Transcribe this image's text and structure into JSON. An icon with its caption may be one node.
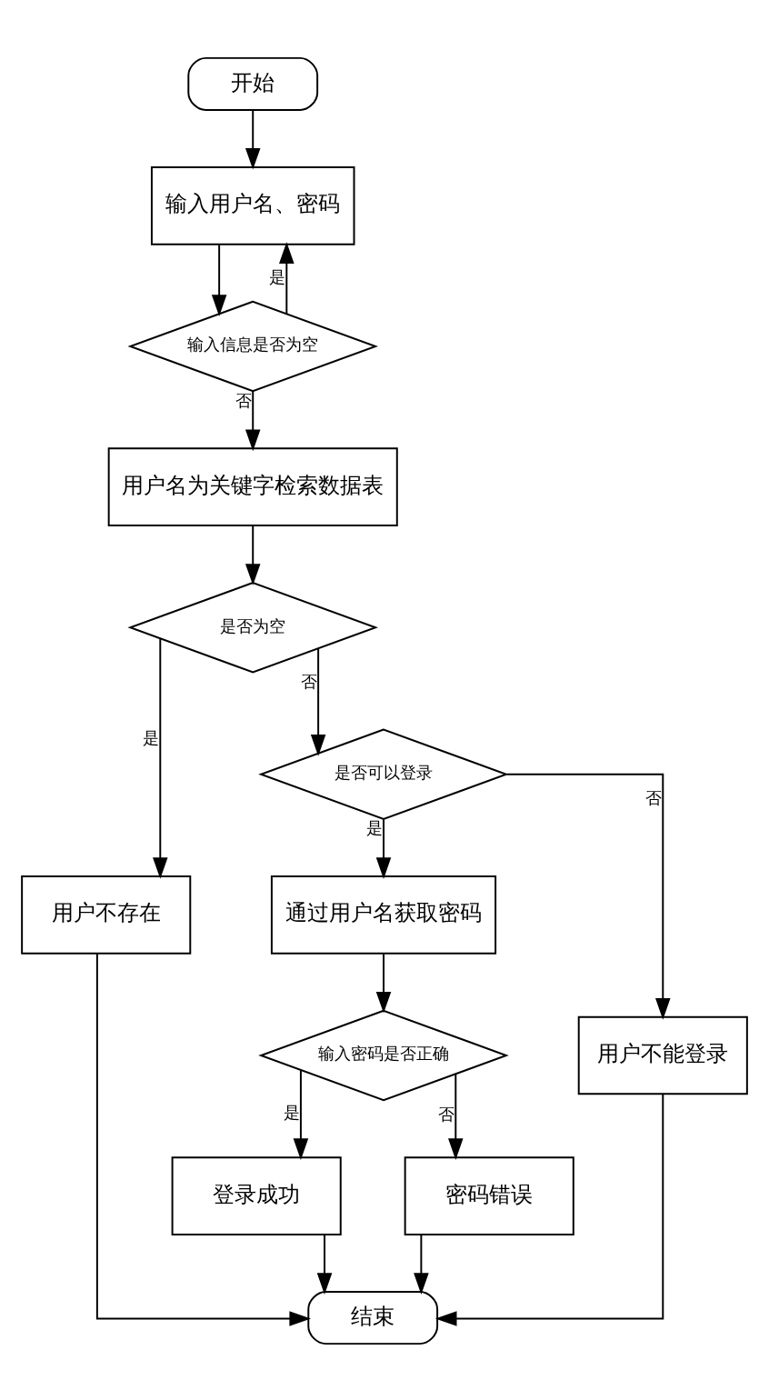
{
  "diagram": {
    "nodes": [
      {
        "text": [
          "开始"
        ]
      },
      {
        "text": [
          "输入用户名、密码"
        ]
      },
      {
        "text": [
          "输入信息是否为空"
        ]
      },
      {
        "text": [
          "用户名为关键字检索数据表"
        ]
      },
      {
        "text": [
          "是否为空"
        ]
      },
      {
        "text": [
          "用户不存在"
        ]
      },
      {
        "text": [
          "是否可以登录"
        ]
      },
      {
        "text": [
          "通过用户名获取密码"
        ]
      },
      {
        "text": [
          "用户不能登录"
        ]
      },
      {
        "text": [
          "输入密码是否正确"
        ]
      },
      {
        "text": [
          "登录成功"
        ]
      },
      {
        "text": [
          "密码错误"
        ]
      },
      {
        "text": [
          "结束"
        ]
      }
    ],
    "edges": [
      {
        "from": 0,
        "to": 1,
        "arrow": "to"
      },
      {
        "from": 1,
        "to": 2,
        "arrow": "to"
      },
      {
        "from": 2,
        "to": 1,
        "arrow": "to",
        "label": "是"
      },
      {
        "from": 2,
        "to": 3,
        "arrow": "to",
        "label": "否"
      },
      {
        "from": 3,
        "to": 4,
        "arrow": "to"
      },
      {
        "from": 4,
        "to": 5,
        "arrow": "to",
        "label": "是"
      },
      {
        "from": 4,
        "to": 6,
        "arrow": "to",
        "label": "否"
      },
      {
        "from": 6,
        "to": 7,
        "arrow": "to",
        "label": "是"
      },
      {
        "from": 6,
        "to": 8,
        "arrow": "to",
        "label": "否"
      },
      {
        "from": 7,
        "to": 9,
        "arrow": "to"
      },
      {
        "from": 9,
        "to": 10,
        "arrow": "to",
        "label": "是"
      },
      {
        "from": 9,
        "to": 11,
        "arrow": "to",
        "label": "否"
      },
      {
        "from": 5,
        "to": 12,
        "arrow": "to"
      },
      {
        "from": 10,
        "to": 12,
        "arrow": "to"
      },
      {
        "from": 11,
        "to": 12,
        "arrow": "to"
      },
      {
        "from": 8,
        "to": 12,
        "arrow": "to"
      }
    ]
  }
}
